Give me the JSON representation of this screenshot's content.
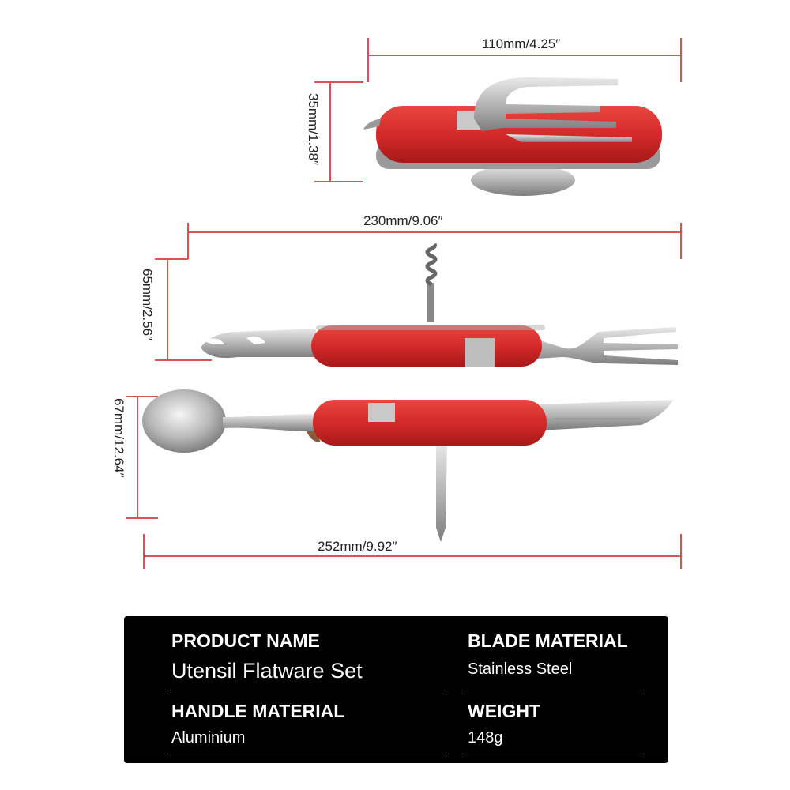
{
  "dimensions": {
    "top_width": "110mm/4.25″",
    "top_height": "35mm/1.38″",
    "fork_width": "230mm/9.06″",
    "fork_height": "65mm/2.56″",
    "spoon_height": "67mm/12.64″",
    "spoon_width": "252mm/9.92″"
  },
  "specs": {
    "product_name_label": "PRODUCT NAME",
    "product_name_value": "Utensil Flatware Set",
    "blade_material_label": "BLADE MATERIAL",
    "blade_material_value": "Stainless Steel",
    "handle_material_label": "HANDLE MATERIAL",
    "handle_material_value": "Aluminium",
    "weight_label": "WEIGHT",
    "weight_value": "148g"
  },
  "colors": {
    "dimension_line": "#d9534f",
    "handle_red": "#d42a2a",
    "panel_background": "#000000"
  }
}
